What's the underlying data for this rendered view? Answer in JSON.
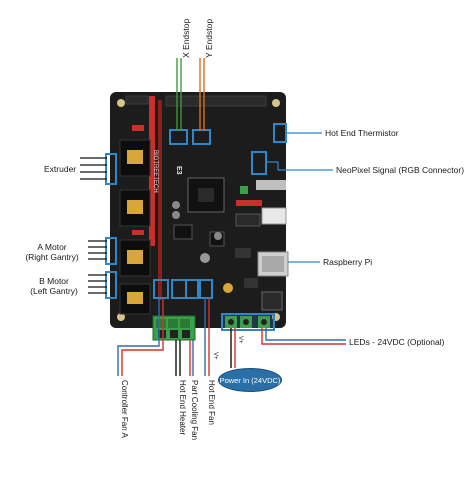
{
  "board": {
    "brand_text": "BIGTREETECH",
    "model_text": "E3"
  },
  "labels": {
    "x_endstop": "X Endstop",
    "y_endstop": "Y Endstop",
    "hot_end_thermistor": "Hot End Thermistor",
    "extruder": "Extruder",
    "neopixel": "NeoPixel Signal (RGB Connector)",
    "a_motor_line1": "A Motor",
    "a_motor_line2": "(Right Gantry)",
    "raspberry_pi": "Raspberry Pi",
    "b_motor_line1": "B Motor",
    "b_motor_line2": "(Left Gantry)",
    "leds": "LEDs - 24VDC (Optional)",
    "power_in": "Power In (24VDC)",
    "controller_fan": "Controller Fan A",
    "hot_end_heater": "Hot End Heater",
    "part_cooling_fan": "Part Cooling Fan",
    "hot_end_fan": "Hot End Fan",
    "v_plus_left": "V+",
    "v_plus_right": "V+"
  },
  "colors": {
    "pcb": "#1c1c1c",
    "highlight": "#2f86c9",
    "header_red": "#c9302c",
    "terminal_green": "#3aa14a",
    "wire_green": "#3a9a3a",
    "wire_orange": "#d9701f",
    "wire_red": "#d6322a",
    "wire_blue": "#2a6fb8",
    "wire_black": "#111111"
  }
}
